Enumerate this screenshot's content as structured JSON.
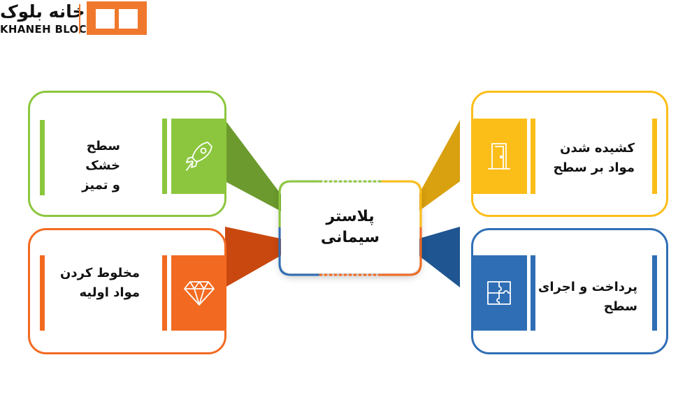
{
  "logo": {
    "persian_name": "خانه بلوک",
    "english_name": "KHANEH BLOCK",
    "icon": "double-window-logo-icon",
    "color": "#f0782c"
  },
  "center": {
    "line1": "پلاستر",
    "line2": "سیمانی"
  },
  "items": [
    {
      "line1": "سطح",
      "line2": "خشک",
      "line3": "و تمیز",
      "icon": "rocket-icon",
      "color": "#8cc63e",
      "dark_color": "#6c9a2e"
    },
    {
      "line1": "مخلوط کردن",
      "line2": "مواد اولیه",
      "icon": "diamond-icon",
      "color": "#f26a21",
      "dark_color": "#c9480f"
    },
    {
      "line1": "کشیده شدن",
      "line2": "مواد بر سطح",
      "icon": "door-icon",
      "color": "#fbbd18",
      "dark_color": "#d9a00f"
    },
    {
      "line1": "پرداخت و اجرای",
      "line2": "سطح",
      "icon": "puzzle-icon",
      "color": "#2f6eb5",
      "dark_color": "#1f5590"
    }
  ]
}
